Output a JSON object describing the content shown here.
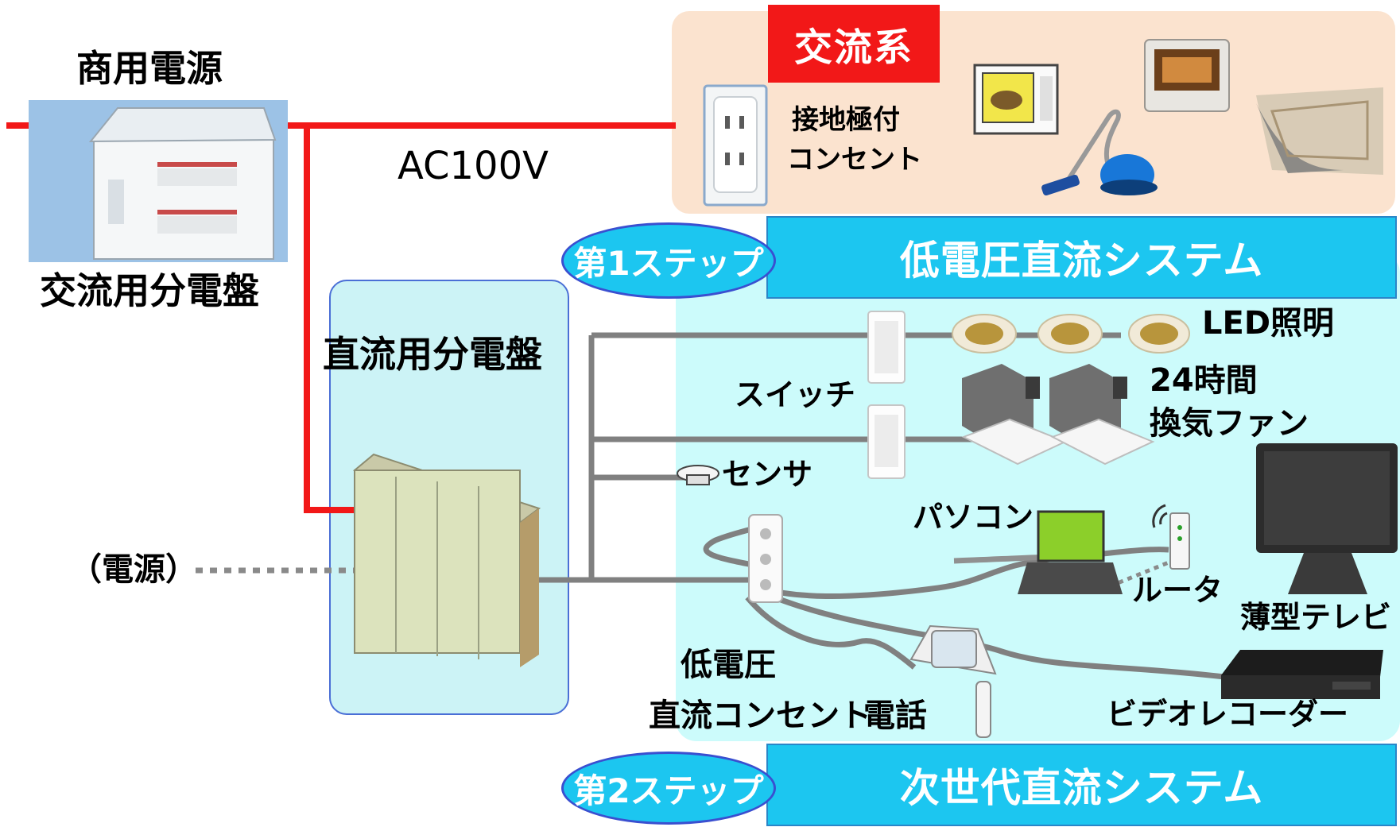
{
  "power_source": {
    "title": "商用電源",
    "ac_panel_label": "交流用分電盤",
    "source_label": "（電源）"
  },
  "ac_system": {
    "tag": "交流系",
    "voltage": "AC100V",
    "outlet_label_line1": "接地極付",
    "outlet_label_line2": "コンセント"
  },
  "dc_board": {
    "label": "直流用分電盤"
  },
  "step1": {
    "oval": "第1ステップ",
    "title": "低電圧直流システム"
  },
  "step2": {
    "oval": "第2ステップ",
    "title": "次世代直流システム"
  },
  "devices": {
    "switch": "スイッチ",
    "led": "LED照明",
    "fan_line1": "24時間",
    "fan_line2": "換気ファン",
    "sensor": "センサ",
    "pc": "パソコン",
    "router": "ルータ",
    "tv": "薄型テレビ",
    "dc_outlet_line1": "低電圧",
    "dc_outlet_line2": "直流コンセント",
    "phone": "電話",
    "recorder": "ビデオレコーダー"
  },
  "colors": {
    "ac_line": "#f21818",
    "dc_line": "#808080",
    "ac_panel_bg": "#fbe3cf",
    "dc_panel_bg": "#ccfbfb",
    "step_bar": "#1cc6f0"
  }
}
